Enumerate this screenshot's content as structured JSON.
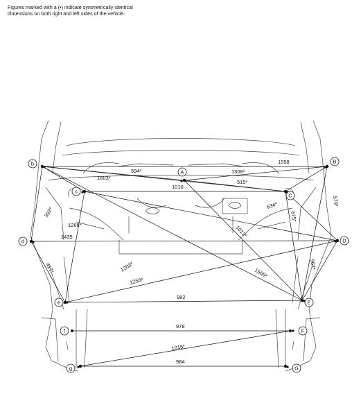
{
  "note": {
    "line1": "Figures marked with a (•) indicate symmetrically identical",
    "line2": "dimensions on both right and left sides of the vehicle."
  },
  "point_labels": {
    "A": "A",
    "B": "B",
    "C": "C",
    "D": "D",
    "E": "E",
    "F": "F",
    "G": "G",
    "b": "b",
    "c": "c",
    "d": "d",
    "e": "e",
    "f": "f",
    "g": "g"
  },
  "dimensions": [
    {
      "id": "bB",
      "text": "1558"
    },
    {
      "id": "bA",
      "text": "594*"
    },
    {
      "id": "AB",
      "text": "1308*"
    },
    {
      "id": "bC",
      "text": "1603*"
    },
    {
      "id": "cC",
      "text": "1010"
    },
    {
      "id": "AC",
      "text": "515*"
    },
    {
      "id": "BC",
      "text": "579*"
    },
    {
      "id": "CD",
      "text": "634*"
    },
    {
      "id": "CE",
      "text": "675*"
    },
    {
      "id": "bc",
      "text": "392*"
    },
    {
      "id": "cD",
      "text": "1266*"
    },
    {
      "id": "dD",
      "text": "1435"
    },
    {
      "id": "AE",
      "text": "1013*"
    },
    {
      "id": "DE",
      "text": "967*"
    },
    {
      "id": "de",
      "text": "417*"
    },
    {
      "id": "cE",
      "text": "1203*"
    },
    {
      "id": "eD",
      "text": "1258*"
    },
    {
      "id": "Ee",
      "text": "1569*"
    },
    {
      "id": "eE",
      "text": "982"
    },
    {
      "id": "fF",
      "text": "978"
    },
    {
      "id": "gF",
      "text": "1015*"
    },
    {
      "id": "gG",
      "text": "984"
    }
  ]
}
